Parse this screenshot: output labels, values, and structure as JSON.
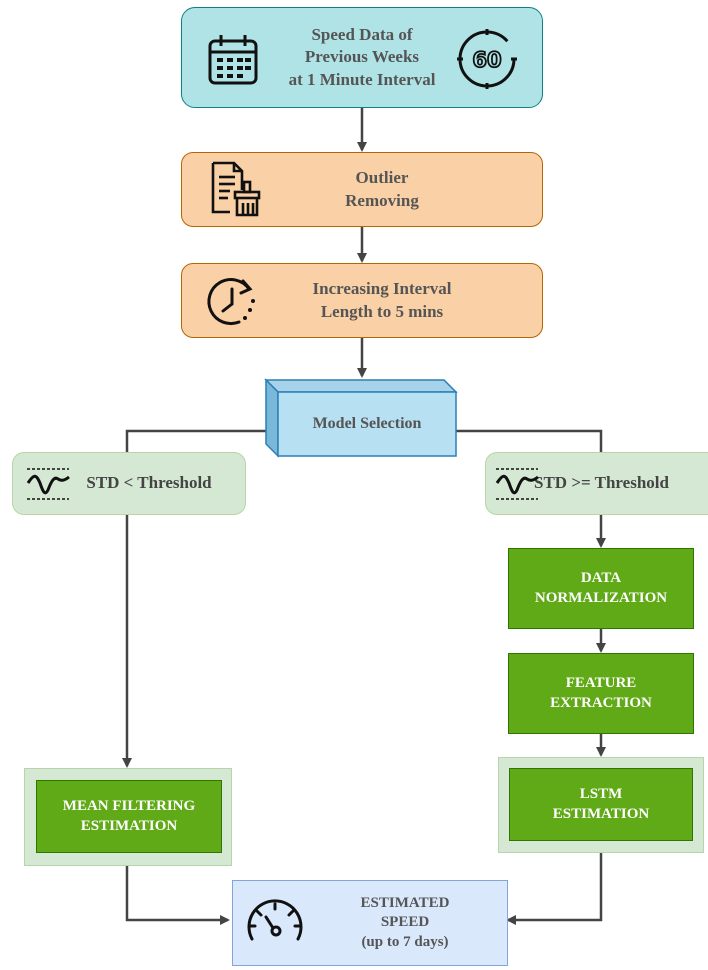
{
  "nodes": {
    "speed_data": "Speed Data of\nPrevious Weeks\nat 1 Minute Interval",
    "outlier": "Outlier\nRemoving",
    "interval": "Increasing Interval\nLength to 5 mins",
    "model_selection": "Model Selection",
    "std_low": "STD < Threshold",
    "std_high": "STD >= Threshold",
    "normalization": "DATA\nNORMALIZATION",
    "feature": "FEATURE\nEXTRACTION",
    "lstm": "LSTM\nESTIMATION",
    "mean_filter": "MEAN FILTERING\nESTIMATION",
    "estimated": "ESTIMATED\nSPEED\n(up to 7 days)"
  },
  "icon_text": {
    "timer": "60"
  },
  "colors": {
    "teal": "#b0e3e6",
    "orange": "#fad0a6",
    "light_green": "#d5e8d4",
    "dark_green": "#60a917",
    "light_blue": "#dae8fc",
    "arrow": "#444444"
  },
  "icons": [
    "calendar-icon",
    "timer-60-icon",
    "document-clean-icon",
    "clock-refresh-icon",
    "signal-threshold-icon",
    "speedometer-icon"
  ]
}
